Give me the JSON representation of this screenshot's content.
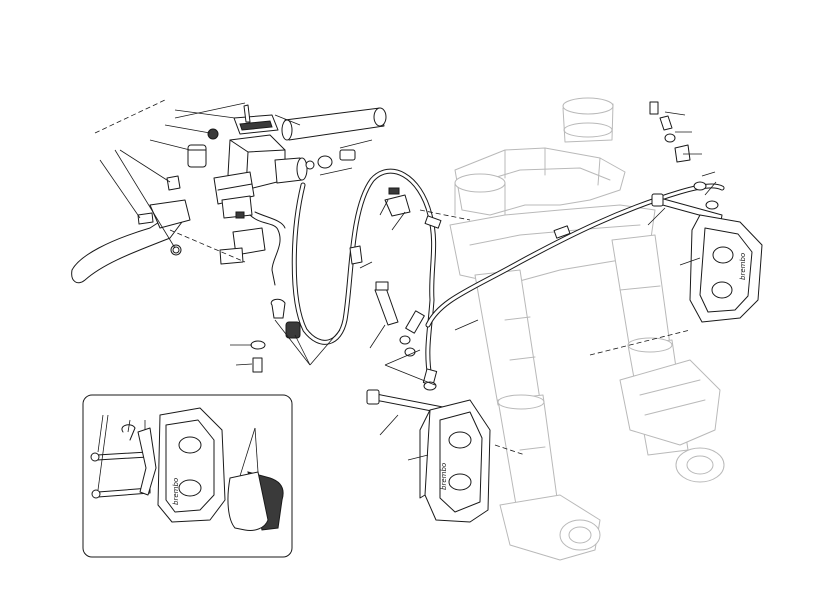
{
  "diagram": {
    "caliper_brand_text": "brembo",
    "inset_panel": {
      "style": "rounded-rectangle"
    },
    "parts": [
      "master-cylinder",
      "brake-lever",
      "reservoir-cap",
      "brake-hose-left",
      "brake-hose-right",
      "brake-caliper-left",
      "brake-caliper-right",
      "front-fork",
      "brake-pads",
      "banjo-bolts",
      "caliper-bolts"
    ]
  }
}
